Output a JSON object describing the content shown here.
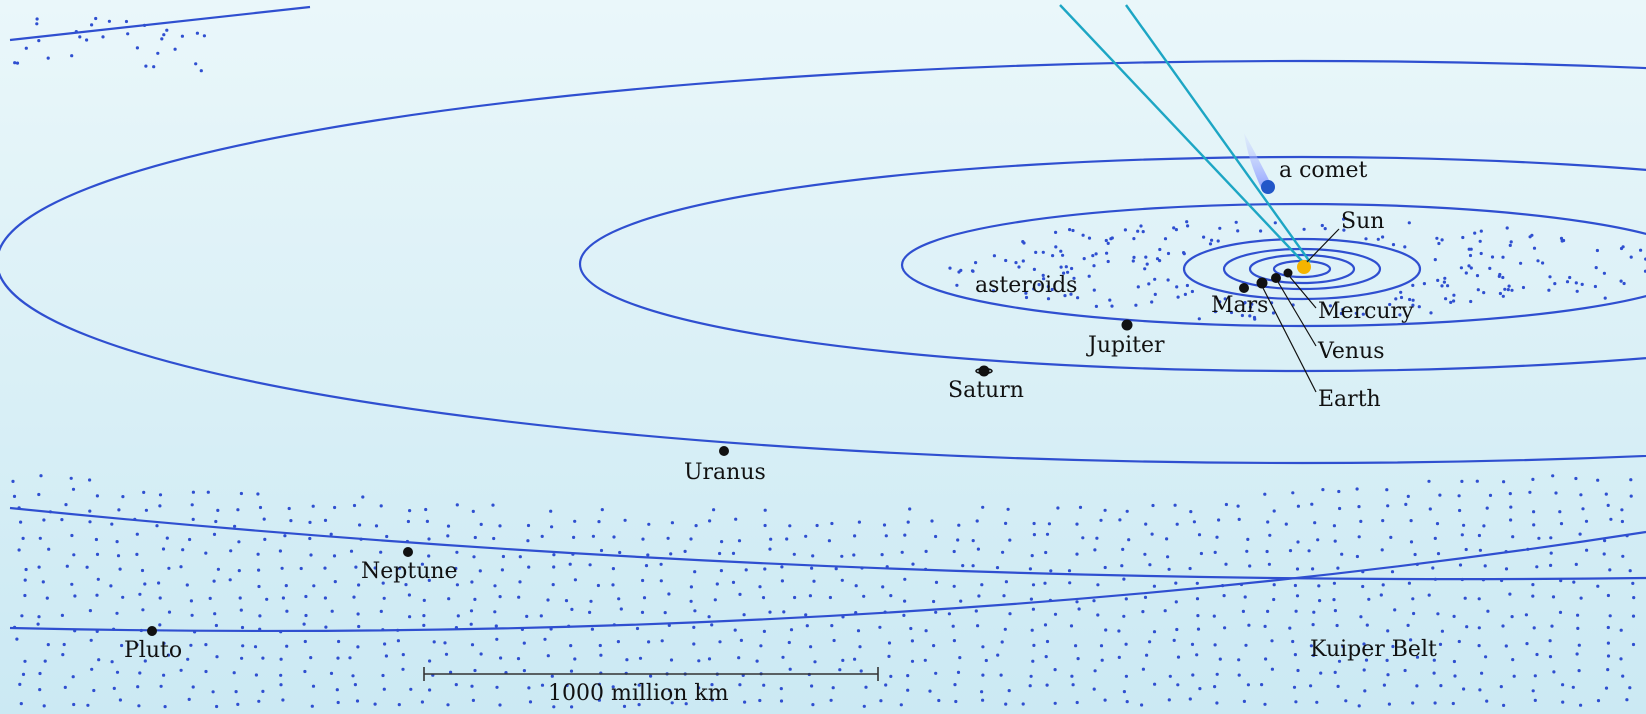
{
  "labels": {
    "comet": "a comet",
    "sun": "Sun",
    "asteroids": "asteroids",
    "mars": "Mars",
    "mercury": "Mercury",
    "venus": "Venus",
    "earth": "Earth",
    "jupiter": "Jupiter",
    "saturn": "Saturn",
    "uranus": "Uranus",
    "neptune": "Neptune",
    "pluto": "Pluto",
    "kuiper_belt": "Kuiper Belt",
    "scale": "1000 million km"
  },
  "colors": {
    "background_top": "#eaf7fa",
    "background_bottom": "#cbe9f3",
    "orbit": "#2f4fd0",
    "comet_path": "#1da6c4",
    "comet_head": "#2256c8",
    "comet_tail": "#8fa0ff",
    "sun": "#f5b400",
    "planet": "#111111",
    "dots": "#2f4fd0"
  }
}
